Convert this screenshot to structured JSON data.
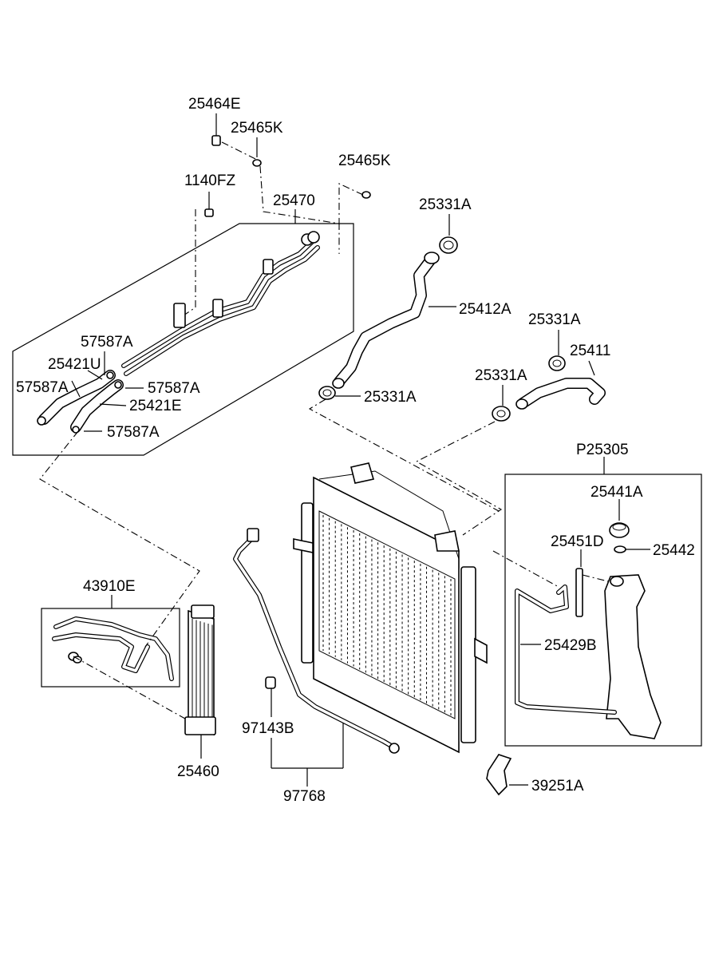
{
  "labels": {
    "l25464e": "25464E",
    "l25465k_a": "25465K",
    "l25465k_b": "25465K",
    "l1140fz": "1140FZ",
    "l25470": "25470",
    "l25331a_top": "25331A",
    "l25412a": "25412A",
    "l25331a_mid": "25331A",
    "l25411": "25411",
    "l25331a_lower_left": "25331A",
    "l25331a_lower_right": "25331A",
    "l57587a_1": "57587A",
    "l25421u": "25421U",
    "l57587a_2": "57587A",
    "l57587a_3": "57587A",
    "l25421e": "25421E",
    "l57587a_4": "57587A",
    "lp25305": "P25305",
    "l25441a": "25441A",
    "l25451d": "25451D",
    "l25442": "25442",
    "l25429b": "25429B",
    "l43910e": "43910E",
    "l25460": "25460",
    "l97143b": "97143B",
    "l97768": "97768",
    "l39251a": "39251A"
  }
}
